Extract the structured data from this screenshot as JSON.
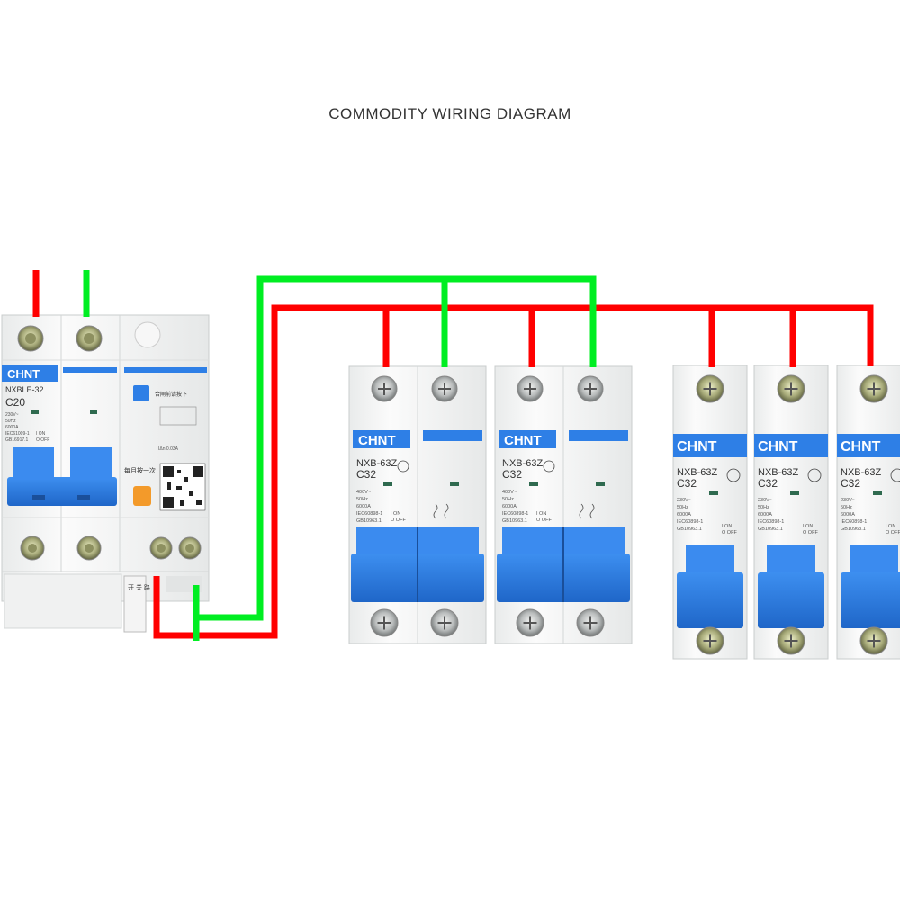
{
  "title": "COMMODITY WIRING DIAGRAM",
  "colors": {
    "live": "#ff0000",
    "neutral": "#00ee22",
    "breaker_blue": "#2e7fe6",
    "body": "#f4f5f5"
  },
  "main_breaker": {
    "brand": "CHNT",
    "model": "NXBLE-32",
    "rating": "C20",
    "specs": [
      "230V~",
      "50Hz",
      "6000A",
      "IEC61009-1",
      "GB16917.1"
    ],
    "on_off": [
      "I ON",
      "O OFF"
    ],
    "test_label": "每月按一次",
    "top_label": "合闸前请按下",
    "ion_label": "IΔn 0.03A",
    "side_label": "开 关 路"
  },
  "breakers_2p": [
    {
      "brand": "CHNT",
      "model": "NXB-63Z",
      "rating": "C32",
      "specs": [
        "400V~",
        "50Hz",
        "6000A",
        "IEC60898-1",
        "GB10963.1"
      ],
      "on": "I ON",
      "off": "O OFF"
    },
    {
      "brand": "CHNT",
      "model": "NXB-63Z",
      "rating": "C32",
      "specs": [
        "400V~",
        "50Hz",
        "6000A",
        "IEC60898-1",
        "GB10963.1"
      ],
      "on": "I ON",
      "off": "O OFF"
    }
  ],
  "breakers_1p": [
    {
      "brand": "CHNT",
      "model": "NXB-63Z",
      "rating": "C32",
      "specs": [
        "230V~",
        "50Hz",
        "6000A",
        "IEC60898-1",
        "GB10963.1"
      ],
      "on": "I ON",
      "off": "O OFF"
    },
    {
      "brand": "CHNT",
      "model": "NXB-63Z",
      "rating": "C32",
      "specs": [
        "230V~",
        "50Hz",
        "6000A",
        "IEC60898-1",
        "GB10963.1"
      ],
      "on": "I ON",
      "off": "O OFF"
    },
    {
      "brand": "CHNT",
      "model": "NXB-63Z",
      "rating": "C32",
      "specs": [
        "230V~",
        "50Hz",
        "6000A",
        "IEC60898-1",
        "GB10963.1"
      ],
      "on": "I ON",
      "off": "O OFF"
    }
  ]
}
